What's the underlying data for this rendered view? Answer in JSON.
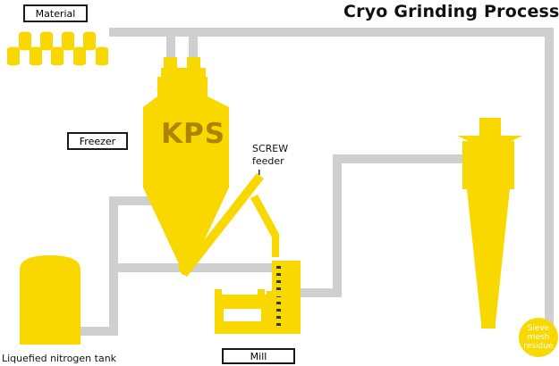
{
  "title": "Cryo Grinding Process",
  "labels": {
    "material": "Material",
    "freezer": "Freezer",
    "kps": "KPS",
    "screw_feeder_line1": "SCREW",
    "screw_feeder_line2": "feeder",
    "mill": "Mill",
    "nitrogen_tank": "Liquefied nitrogen tank",
    "sieve_line1": "Sieve",
    "sieve_line2": "mesh",
    "sieve_line3": "residue"
  },
  "colors": {
    "equipment_yellow": "#f9d800",
    "pipe_gray": "#cfcfcf",
    "kps_text": "#ad8400",
    "dark_stroke": "#1a1a1a",
    "badge_yellow": "#f9d800"
  }
}
